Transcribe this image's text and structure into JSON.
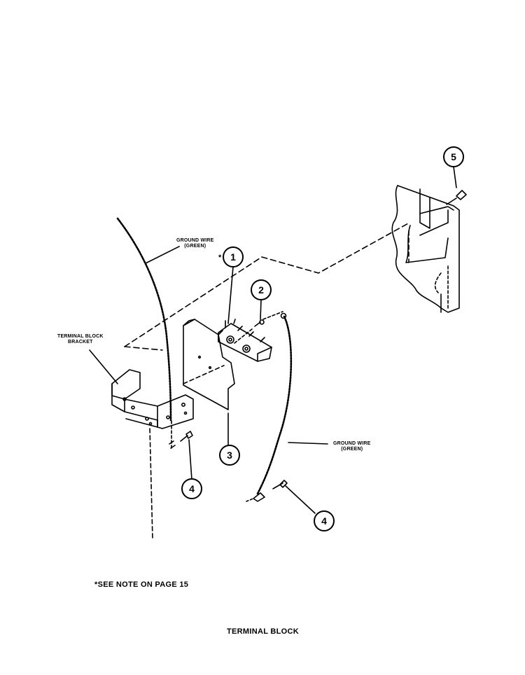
{
  "labels": {
    "ground_wire_upper": {
      "line1": "GROUND WIRE",
      "line2": "(GREEN)"
    },
    "ground_wire_lower": {
      "line1": "GROUND WIRE",
      "line2": "(GREEN)"
    },
    "bracket": {
      "line1": "TERMINAL BLOCK",
      "line2": "BRACKET"
    },
    "asterisk": "*"
  },
  "callouts": {
    "c1": "1",
    "c2": "2",
    "c3": "3",
    "c4a": "4",
    "c4b": "4",
    "c5": "5"
  },
  "note": "*SEE NOTE ON PAGE 15",
  "title": "TERMINAL BLOCK"
}
